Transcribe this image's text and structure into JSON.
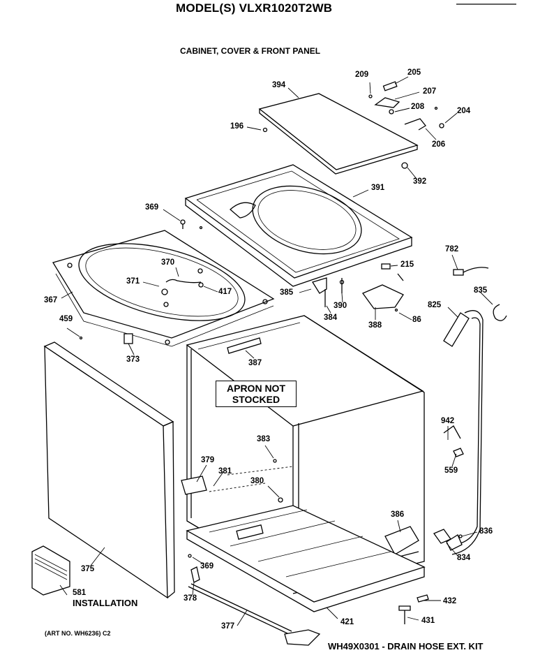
{
  "header": {
    "model_title": "MODEL(S) VLXR1020T2WB",
    "section_title": "CABINET, COVER & FRONT PANEL"
  },
  "callout": {
    "line1": "APRON NOT",
    "line2": "STOCKED"
  },
  "parts": {
    "p205": "205",
    "p209": "209",
    "p207": "207",
    "p208": "208",
    "p204": "204",
    "p206": "206",
    "p394": "394",
    "p196": "196",
    "p392": "392",
    "p391": "391",
    "p369a": "369",
    "p782": "782",
    "p215": "215",
    "p370": "370",
    "p371": "371",
    "p417": "417",
    "p367": "367",
    "p385": "385",
    "p390": "390",
    "p835": "835",
    "p825": "825",
    "p384": "384",
    "p388": "388",
    "p86": "86",
    "p459": "459",
    "p373": "373",
    "p387": "387",
    "p942": "942",
    "p383": "383",
    "p379": "379",
    "p381": "381",
    "p559": "559",
    "p380": "380",
    "p386": "386",
    "p836": "836",
    "p834": "834",
    "p375": "375",
    "p369b": "369",
    "p378": "378",
    "p432": "432",
    "p581": "581",
    "p421": "421",
    "p431": "431",
    "p377": "377"
  },
  "footer": {
    "installation": "INSTALLATION",
    "art_no": "(ART NO. WH6236) C2",
    "kit_note": "WH49X0301 - DRAIN HOSE EXT. KIT"
  }
}
